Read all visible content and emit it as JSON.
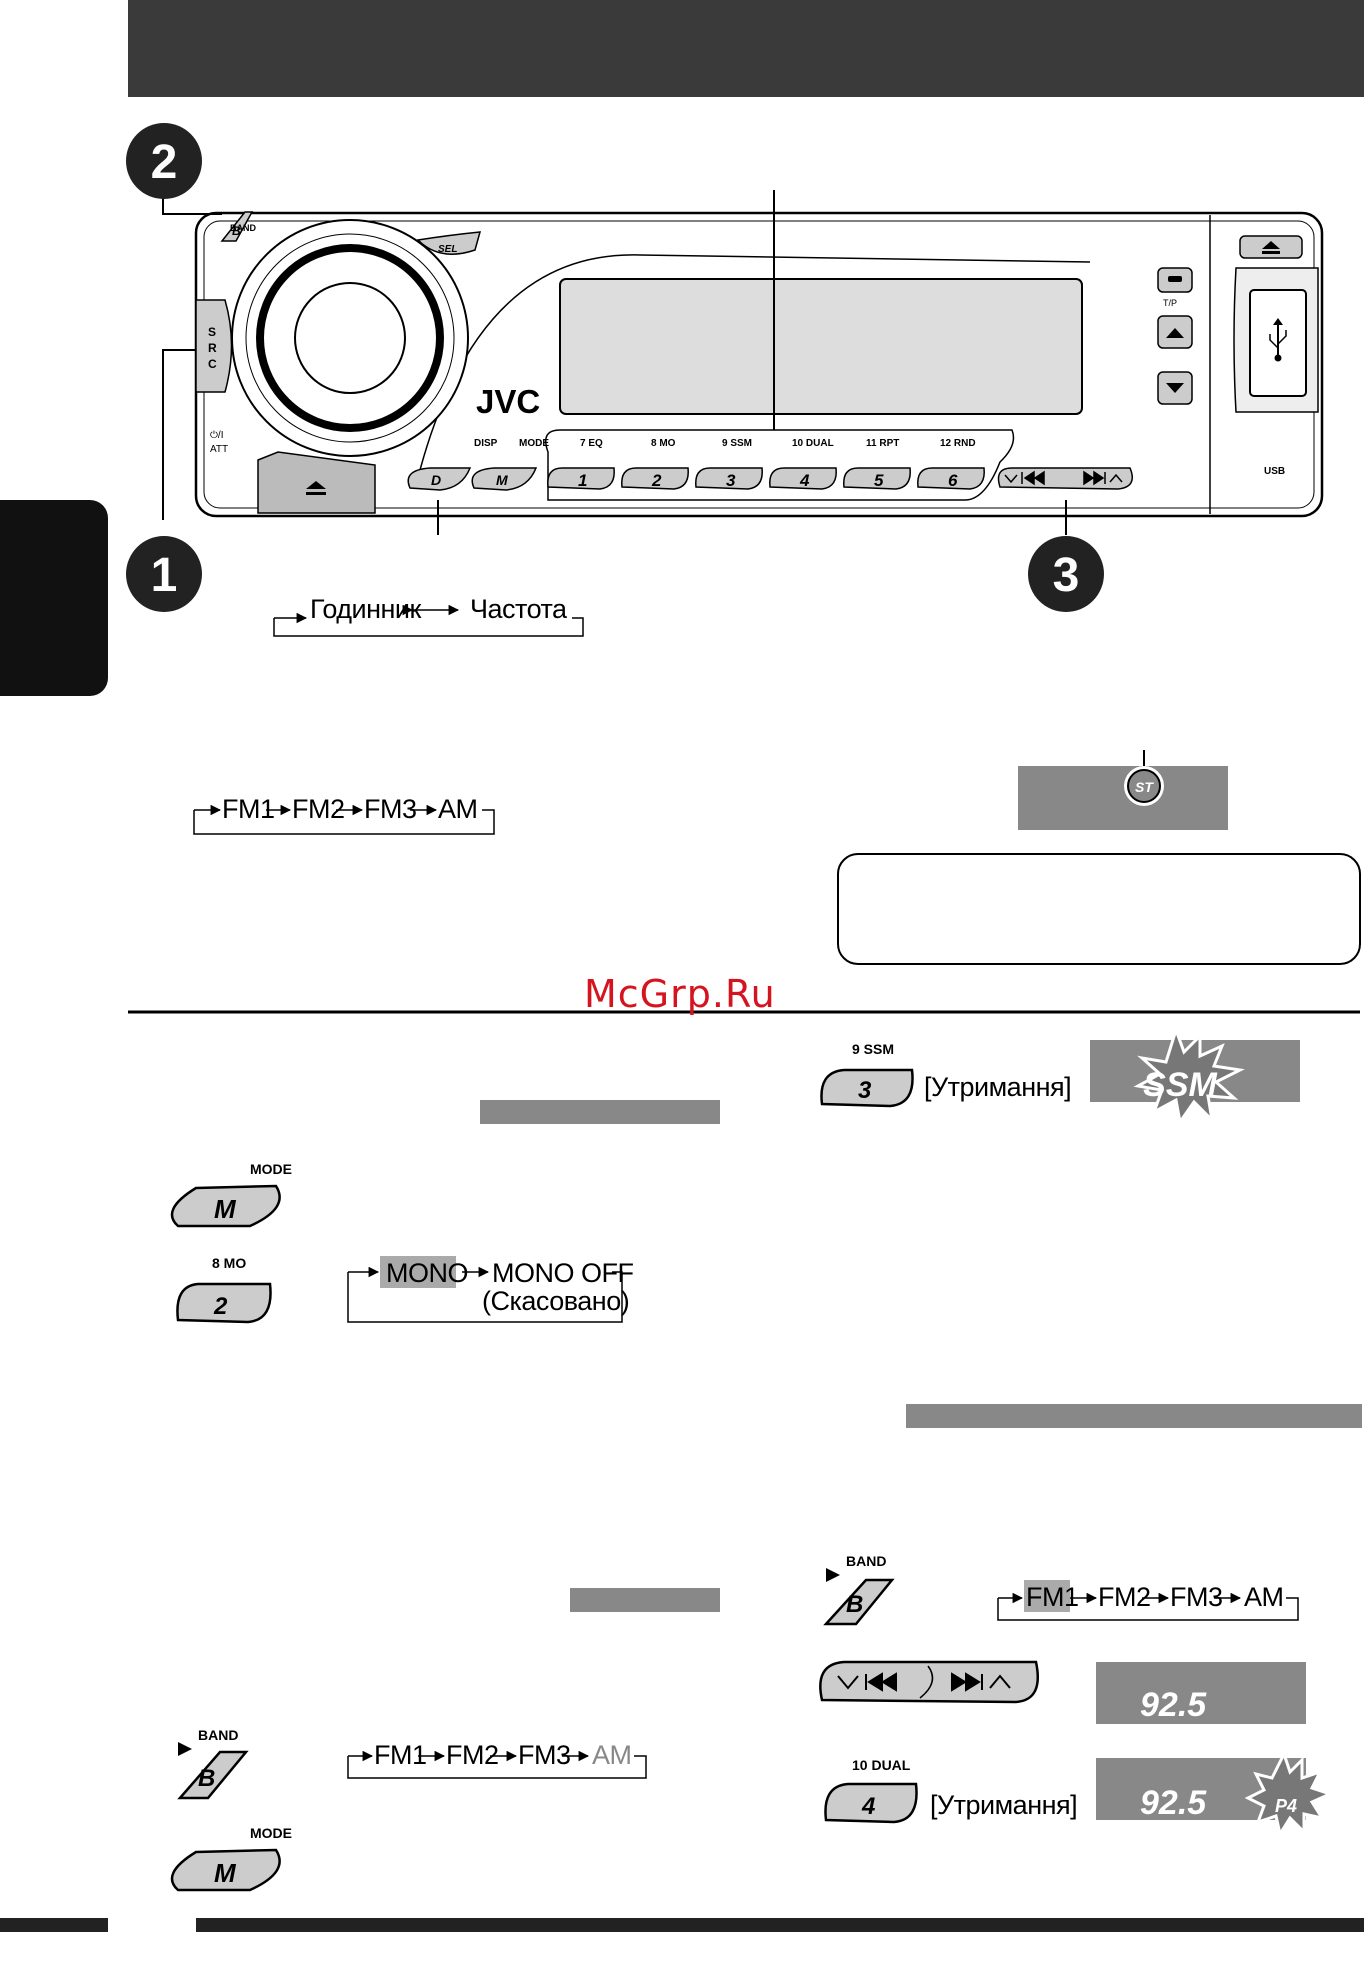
{
  "header": {
    "color": "#3a3a3a"
  },
  "steps": {
    "step1": "1",
    "step2": "2",
    "step3": "3"
  },
  "unit": {
    "brand": "JVC",
    "band_label": "BAND",
    "band_key": "B",
    "sel_key": "SEL",
    "src_label": [
      "S",
      "R",
      "C"
    ],
    "power_label": "⏻/I",
    "att_label": "ATT",
    "disp_label": "DISP",
    "mode_label": "MODE",
    "disp_key": "D",
    "mode_key": "M",
    "tp_label": "T/P",
    "usb_label": "USB",
    "preset_labels": [
      "7  EQ",
      "8  MO",
      "9  SSM",
      "10  DUAL",
      "11  RPT",
      "12  RND"
    ],
    "preset_keys": [
      "1",
      "2",
      "3",
      "4",
      "5",
      "6"
    ]
  },
  "disp_cycle": {
    "items": [
      "Годинник",
      "Частота"
    ]
  },
  "band_cycle_top": {
    "items": [
      "FM1",
      "FM2",
      "FM3",
      "AM"
    ]
  },
  "st_indicator": "ST",
  "watermark": "McGrp.Ru",
  "ssm": {
    "key_label": "9  SSM",
    "key": "3",
    "hold": "[Утримання]",
    "display": "SSM"
  },
  "mono": {
    "mode_label": "MODE",
    "mode_key": "M",
    "key_label": "8  MO",
    "key": "2",
    "on": "MONO",
    "off": "MONO OFF",
    "off_note": "(Скасовано)"
  },
  "band_bottom_left": {
    "band_label": "BAND",
    "band_key": "B",
    "items": [
      "FM1",
      "FM2",
      "FM3",
      "AM"
    ],
    "mode_label": "MODE",
    "mode_key": "M"
  },
  "band_bottom_right": {
    "band_label": "BAND",
    "band_key": "B",
    "items": [
      "FM1",
      "FM2",
      "FM3",
      "AM"
    ]
  },
  "tuning": {
    "freq": "92.5"
  },
  "preset_store": {
    "key_label": "10  DUAL",
    "key": "4",
    "hold": "[Утримання]",
    "freq": "92.5",
    "preset": "P4"
  }
}
